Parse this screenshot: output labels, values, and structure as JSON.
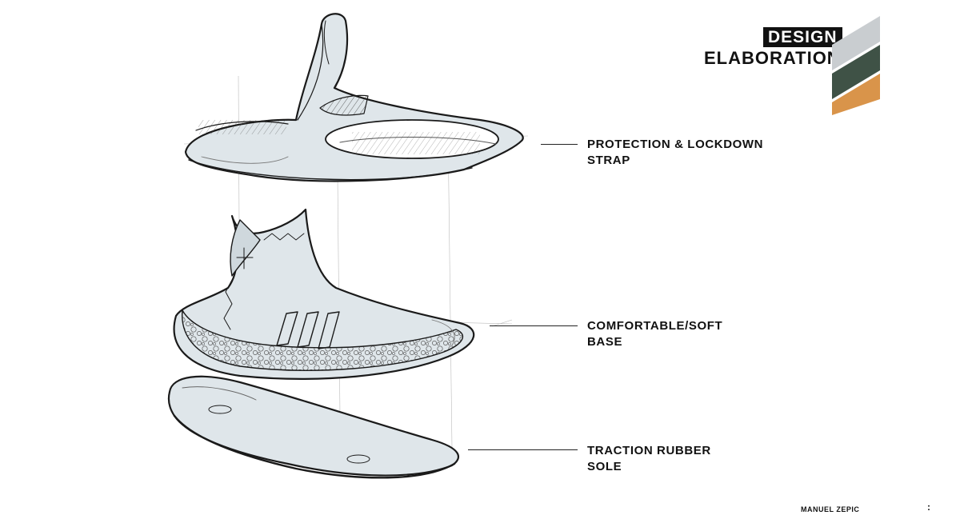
{
  "header": {
    "title_line1": "DESIGN",
    "title_line2": "ELABORATION",
    "stripe_colors": [
      "#c9cdd0",
      "#3f5246",
      "#d9944a"
    ]
  },
  "callouts": [
    {
      "line1": "PROTECTION & LOCKDOWN",
      "line2": "STRAP"
    },
    {
      "line1": "COMFORTABLE/SOFT",
      "line2": "BASE"
    },
    {
      "line1": "TRACTION RUBBER",
      "line2": "SOLE"
    }
  ],
  "footer": {
    "author": "MANUEL ZEPIC",
    "page_mark": ":"
  },
  "sketch": {
    "layers": [
      "strap",
      "upper-base",
      "outsole"
    ],
    "fill_color": "#dfe6ea",
    "shade_color": "#c6d0d6"
  }
}
